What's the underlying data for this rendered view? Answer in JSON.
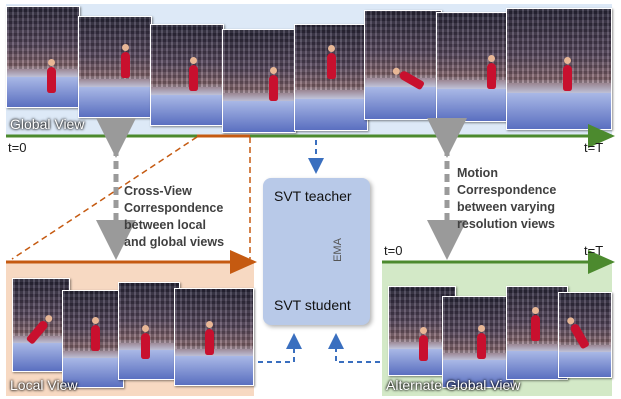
{
  "global_view": {
    "label": "Global View",
    "t_start": "t=0",
    "t_end": "t=T"
  },
  "local_view": {
    "label": "Local View"
  },
  "alternate_global_view": {
    "label": "Alternate Global View",
    "t_start": "t=0",
    "t_end": "t=T"
  },
  "svt": {
    "teacher": "SVT teacher",
    "student": "SVT student",
    "ema": "EMA"
  },
  "annotations": {
    "cross_view": [
      "Cross-View",
      "Correspondence",
      "between local",
      "and global views"
    ],
    "motion": [
      "Motion",
      "Correspondence",
      "between varying",
      "resolution views"
    ]
  },
  "colors": {
    "timeline_green": "#4c8a2e",
    "local_orange": "#c55a11",
    "arrow_grey": "#9a9a9a",
    "dashed_blue": "#3a6fbf",
    "node_blue": "#3a6fd8",
    "node_orange": "#ed7d31",
    "node_green": "#70ad47"
  }
}
